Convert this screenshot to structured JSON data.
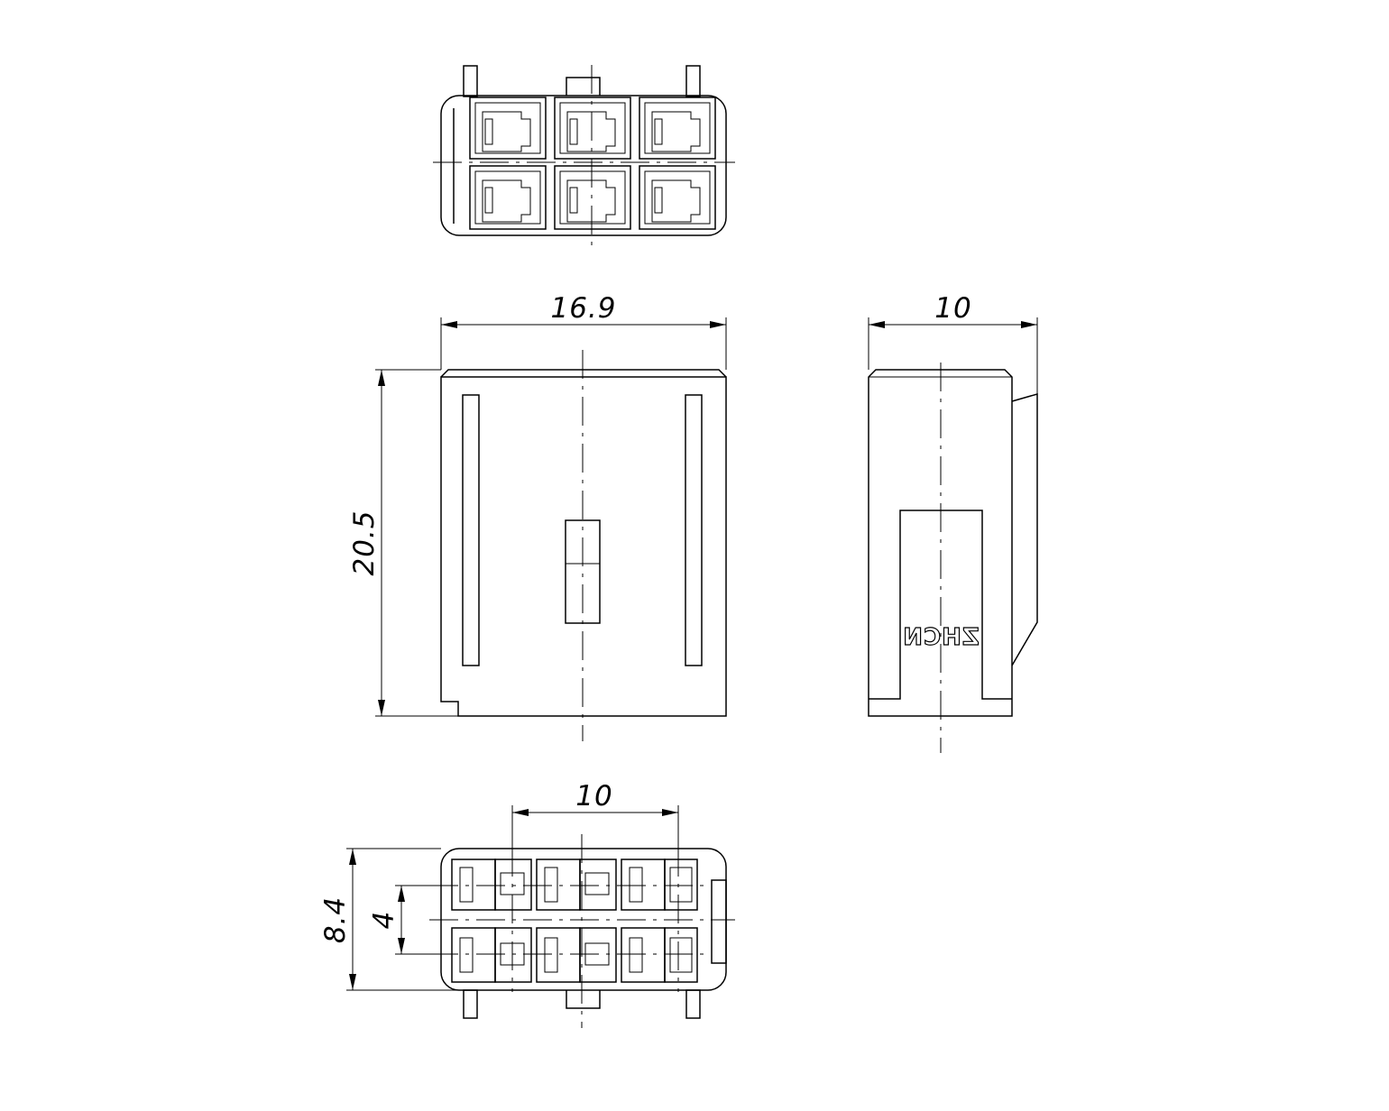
{
  "dimensions": {
    "front_width": "16.9",
    "front_height": "20.5",
    "side_width": "10",
    "bottom_pitch": "10",
    "bottom_height": "8.4",
    "bottom_row_pitch": "4"
  },
  "side_view": {
    "marking": "ZHCN"
  }
}
